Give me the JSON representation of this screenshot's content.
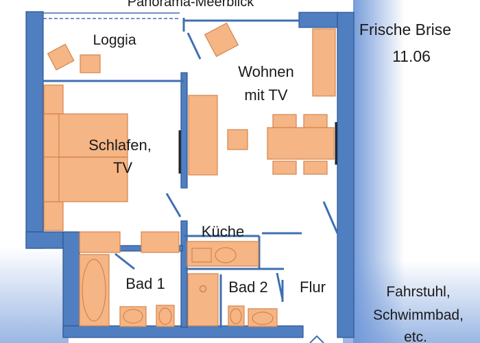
{
  "rooms": {
    "panorama": "Panorama-Meerblick",
    "loggia": "Loggia",
    "wohnen_line1": "Wohnen",
    "wohnen_line2": "mit TV",
    "schlafen_line1": "Schlafen,",
    "schlafen_line2": "TV",
    "kueche": "Küche",
    "bad1": "Bad 1",
    "bad2": "Bad 2",
    "flur": "Flur"
  },
  "side_notes": {
    "title_line1": "Frische Brise",
    "title_line2": "11.06",
    "amenities_line1": "Fahrstuhl,",
    "amenities_line2": "Schwimmbad,",
    "amenities_line3": "etc."
  },
  "colors": {
    "wall": "#4f7fc0",
    "furniture": "#f5b585",
    "furniture_edge": "#d4844a",
    "exterior_gradient": "#6f97d8"
  }
}
